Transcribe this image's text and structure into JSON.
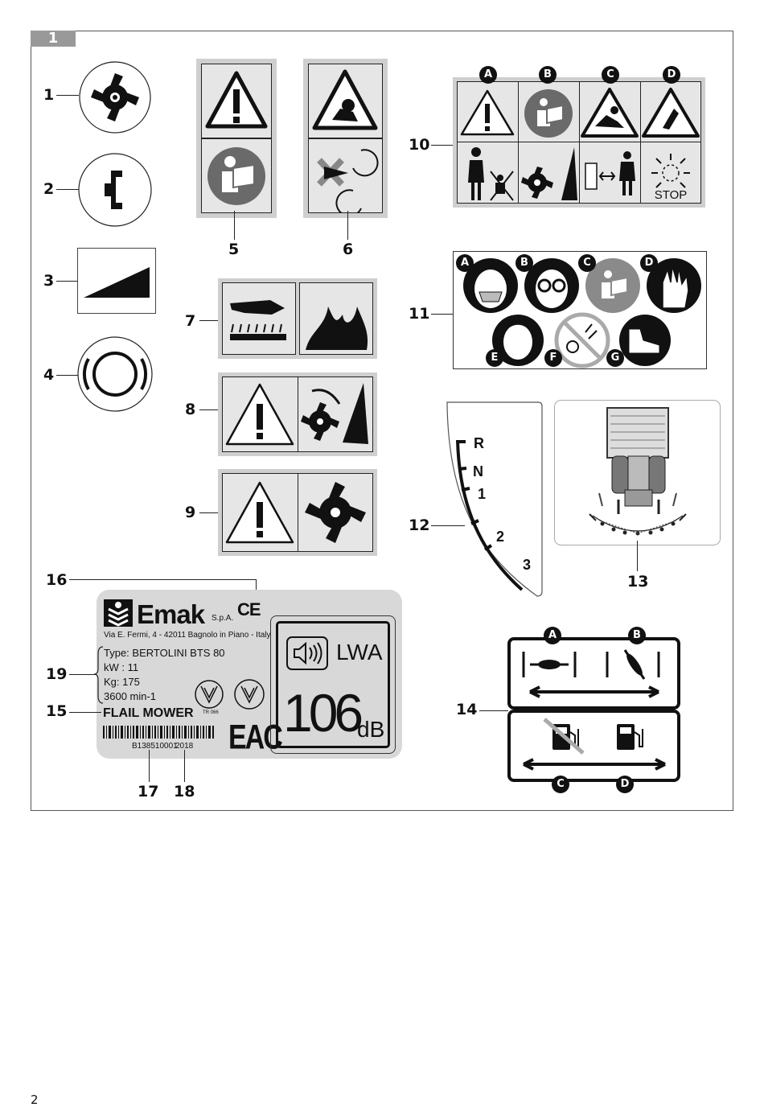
{
  "figure": {
    "number": "1"
  },
  "callouts": {
    "c1": "1",
    "c2": "2",
    "c3": "3",
    "c4": "4",
    "c5": "5",
    "c6": "6",
    "c7": "7",
    "c8": "8",
    "c9": "9",
    "c10": "10",
    "c11": "11",
    "c12": "12",
    "c13": "13",
    "c14": "14",
    "c15": "15",
    "c16": "16",
    "c17": "17",
    "c18": "18",
    "c19": "19"
  },
  "decal10": {
    "letters": [
      "A",
      "B",
      "C",
      "D"
    ],
    "stop_text": "STOP"
  },
  "decal11": {
    "letters": [
      "A",
      "B",
      "C",
      "D",
      "E",
      "F",
      "G"
    ]
  },
  "gears": {
    "labels": [
      "R",
      "N",
      "1",
      "2",
      "3"
    ]
  },
  "decal14": {
    "letters": [
      "A",
      "B",
      "C",
      "D"
    ]
  },
  "nameplate": {
    "brand": "Emak",
    "brand_suffix": "S.p.A.",
    "address": "Via E. Fermi, 4 - 42011 Bagnolo in Piano - Italy",
    "ce_mark": "CE",
    "type": "Type: BERTOLINI BTS 80",
    "kw": "kW : 11",
    "kg": "Kg: 175",
    "rpm": "3600 min-1",
    "product": "FLAIL MOWER",
    "serial": "B138510001",
    "year": "2018",
    "tr_mark": "TR 066",
    "eac_mark": "EAC",
    "lwa_label": "LWA",
    "db_value": "106",
    "db_unit": "dB"
  },
  "page": {
    "number": "2"
  }
}
